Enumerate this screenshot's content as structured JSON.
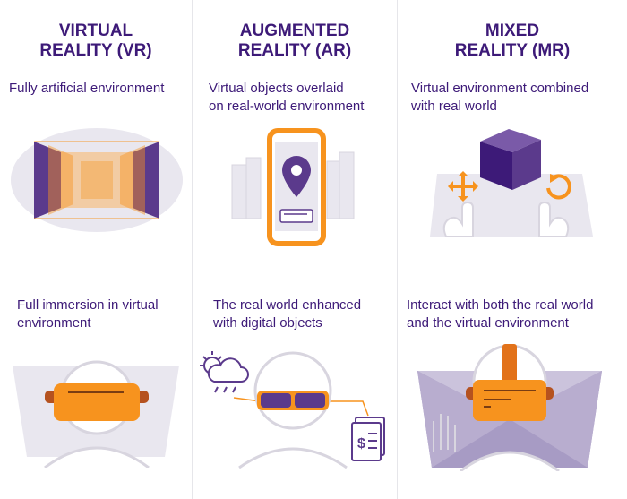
{
  "columns": [
    {
      "title_line1": "VIRTUAL",
      "title_line2": "REALITY (VR)",
      "description_top": "Fully artificial environment",
      "description_bottom_line1": "Full immersion in virtual",
      "description_bottom_line2": "environment"
    },
    {
      "title_line1": "AUGMENTED",
      "title_line2": "REALITY (AR)",
      "description_top_line1": "Virtual objects overlaid",
      "description_top_line2": "on real-world environment",
      "description_bottom_line1": "The real world enhanced",
      "description_bottom_line2": "with digital objects"
    },
    {
      "title_line1": "MIXED",
      "title_line2": "REALITY (MR)",
      "description_top_line1": "Virtual environment combined",
      "description_top_line2": "with real world",
      "description_bottom_line1": "Interact with both the real world",
      "description_bottom_line2": "and the virtual environment"
    }
  ],
  "colors": {
    "heading": "#3d1a78",
    "purple": "#5b3a8c",
    "orange": "#f7931e",
    "light_gray": "#e9e7ef",
    "divider": "#e6e6ea"
  },
  "icons": [
    "vr-room-icon",
    "phone-map-pin-icon",
    "city-skyline-icon",
    "3d-cube-icon",
    "move-arrows-icon",
    "rotate-icon",
    "hands-icon",
    "vr-headset-icon",
    "person-icon",
    "ar-glasses-icon",
    "weather-icon",
    "invoice-icon",
    "mr-headset-icon"
  ]
}
